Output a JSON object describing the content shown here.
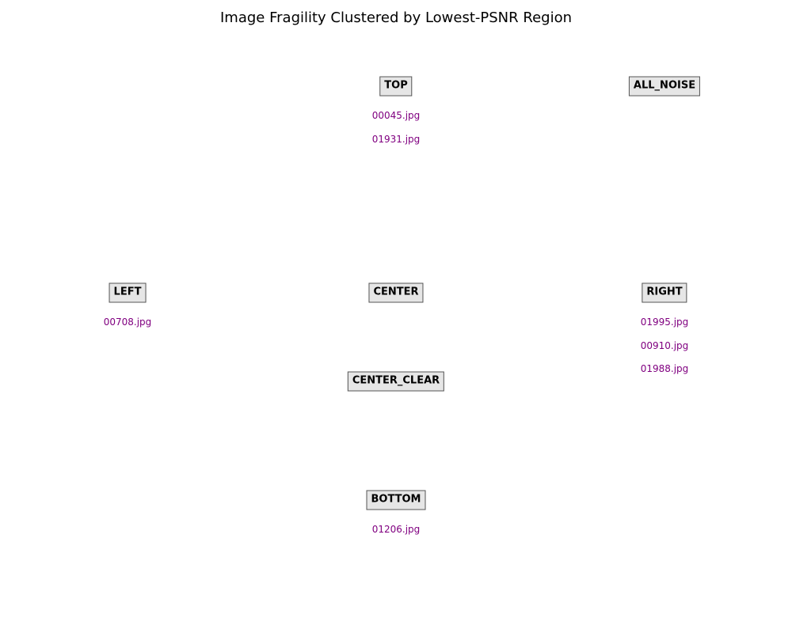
{
  "title": "Image Fragility Clustered by Lowest-PSNR Region",
  "file_color": "#800080",
  "box_fill": "#e6e6e6",
  "box_border": "#555555",
  "regions": {
    "top": {
      "label": "TOP",
      "files": [
        "00045.jpg",
        "01931.jpg"
      ]
    },
    "all_noise": {
      "label": "ALL_NOISE",
      "files": []
    },
    "left": {
      "label": "LEFT",
      "files": [
        "00708.jpg"
      ]
    },
    "center": {
      "label": "CENTER",
      "files": []
    },
    "right": {
      "label": "RIGHT",
      "files": [
        "01995.jpg",
        "00910.jpg",
        "01988.jpg"
      ]
    },
    "center_clear": {
      "label": "CENTER_CLEAR",
      "files": []
    },
    "bottom": {
      "label": "BOTTOM",
      "files": [
        "01206.jpg"
      ]
    }
  }
}
